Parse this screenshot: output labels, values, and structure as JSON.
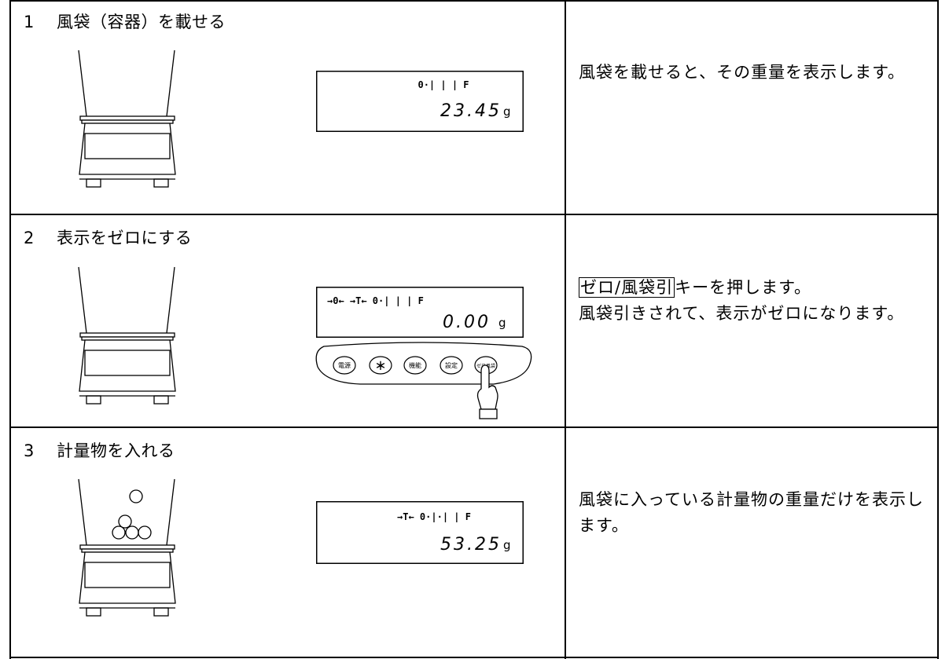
{
  "steps": [
    {
      "number": "1",
      "title": "風袋（容器）を載せる",
      "display": {
        "indicators": "0·| | | F",
        "value": "23.45",
        "unit": "g"
      },
      "description": "風袋を載せると、その重量を表示します。"
    },
    {
      "number": "2",
      "title": "表示をゼロにする",
      "display": {
        "indicators": "→0← →T← 0·| | | F",
        "value": "0.00",
        "unit": "g"
      },
      "keypad": {
        "keys": [
          "電源",
          "＊",
          "機能",
          "設定",
          "ゼロ風袋"
        ],
        "pressed_key": "ゼロ風袋"
      },
      "description_key": "ゼロ/風袋引",
      "description_after_key": "キーを押します。",
      "description": "風袋引きされて、表示がゼロになります。"
    },
    {
      "number": "3",
      "title": "計量物を入れる",
      "display": {
        "indicators": "→T← 0·|·| | F",
        "value": "53.25",
        "unit": "g"
      },
      "description": "風袋に入っている計量物の重量だけを表示します。"
    }
  ],
  "icons": [
    "scale-with-bag-icon",
    "scale-with-objects-icon",
    "finger-press-icon"
  ]
}
